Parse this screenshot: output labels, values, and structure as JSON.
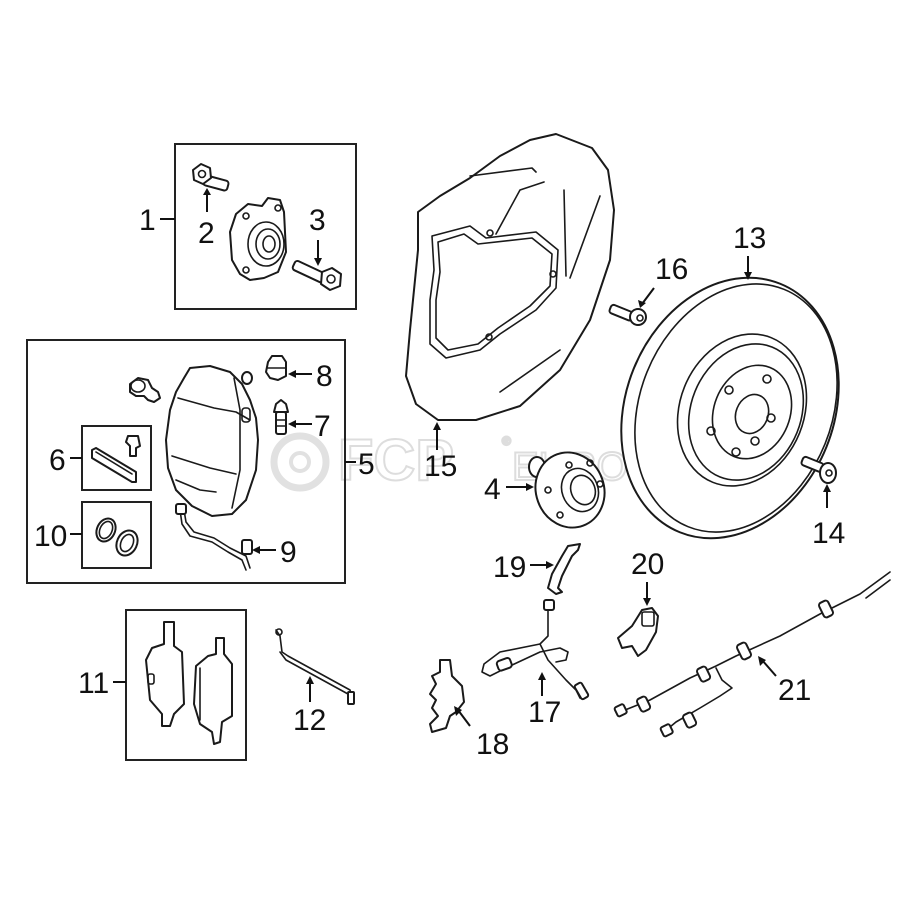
{
  "diagram": {
    "title": "Front brake components exploded parts diagram",
    "watermark": {
      "brand_left": "FCP",
      "brand_right": "EURO",
      "mark": "®"
    },
    "callouts": [
      {
        "id": "1",
        "part": "hub-bearing-assembly-kit"
      },
      {
        "id": "2",
        "part": "bolt"
      },
      {
        "id": "3",
        "part": "bolt"
      },
      {
        "id": "4",
        "part": "wheel-hub"
      },
      {
        "id": "5",
        "part": "brake-caliper-assembly"
      },
      {
        "id": "6",
        "part": "caliper-hardware-kit"
      },
      {
        "id": "7",
        "part": "bleeder-screw"
      },
      {
        "id": "8",
        "part": "bleeder-cap"
      },
      {
        "id": "9",
        "part": "brake-hose"
      },
      {
        "id": "10",
        "part": "caliper-seal-kit"
      },
      {
        "id": "11",
        "part": "brake-pad-set"
      },
      {
        "id": "12",
        "part": "pad-wear-sensor"
      },
      {
        "id": "13",
        "part": "brake-rotor"
      },
      {
        "id": "14",
        "part": "rotor-screw"
      },
      {
        "id": "15",
        "part": "dust-shield"
      },
      {
        "id": "16",
        "part": "shield-bolt"
      },
      {
        "id": "17",
        "part": "abs-sensor-harness"
      },
      {
        "id": "18",
        "part": "bracket"
      },
      {
        "id": "19",
        "part": "bracket"
      },
      {
        "id": "20",
        "part": "abs-wheel-speed-sensor"
      },
      {
        "id": "21",
        "part": "sensor-wiring-harness"
      }
    ]
  }
}
